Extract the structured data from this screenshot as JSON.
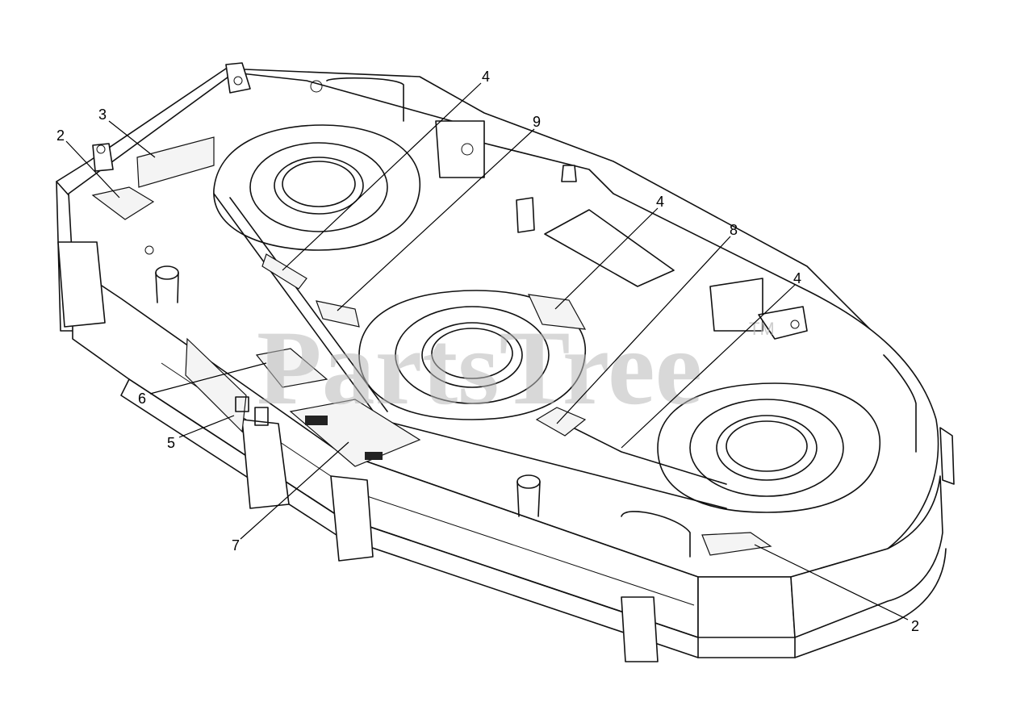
{
  "watermark": {
    "text": "PartsTree",
    "tm": "TM"
  },
  "callouts": [
    {
      "id": "c4a",
      "label": "4"
    },
    {
      "id": "c9",
      "label": "9"
    },
    {
      "id": "c3",
      "label": "3"
    },
    {
      "id": "c2a",
      "label": "2"
    },
    {
      "id": "c4b",
      "label": "4"
    },
    {
      "id": "c8",
      "label": "8"
    },
    {
      "id": "c4c",
      "label": "4"
    },
    {
      "id": "c6",
      "label": "6"
    },
    {
      "id": "c5",
      "label": "5"
    },
    {
      "id": "c7",
      "label": "7"
    },
    {
      "id": "c2b",
      "label": "2"
    }
  ],
  "colors": {
    "line": "#111111",
    "watermark": "#b9b9b9",
    "background": "#ffffff"
  }
}
